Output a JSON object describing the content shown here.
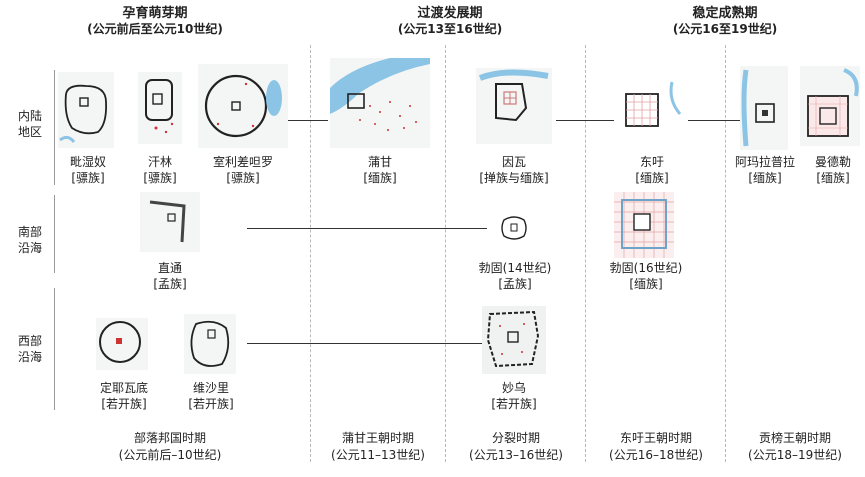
{
  "phases": [
    {
      "title": "孕育萌芽期",
      "subtitle": "(公元前后至公元10世纪)"
    },
    {
      "title": "过渡发展期",
      "subtitle": "(公元13至16世纪)"
    },
    {
      "title": "稳定成熟期",
      "subtitle": "(公元16至19世纪)"
    }
  ],
  "regions": {
    "inland": "内陆\n地区",
    "south": "南部\n沿海",
    "west": "西部\n沿海"
  },
  "cities": {
    "beikthano": {
      "name": "毗湿奴",
      "ethnic": "[骠族]"
    },
    "halin": {
      "name": "汗林",
      "ethnic": "[骠族]"
    },
    "srikshetra": {
      "name": "室利差呾罗",
      "ethnic": "[骠族]"
    },
    "bagan": {
      "name": "蒲甘",
      "ethnic": "[缅族]"
    },
    "ava": {
      "name": "因瓦",
      "ethnic": "[掸族与缅族]"
    },
    "toungoo": {
      "name": "东吁",
      "ethnic": "[缅族]"
    },
    "amarapura": {
      "name": "阿玛拉普拉",
      "ethnic": "[缅族]"
    },
    "mandalay": {
      "name": "曼德勒",
      "ethnic": "[缅族]"
    },
    "thaton": {
      "name": "直通",
      "ethnic": "[孟族]"
    },
    "bago14": {
      "name": "勃固(14世纪)",
      "ethnic": "[孟族]"
    },
    "bago16": {
      "name": "勃固(16世纪)",
      "ethnic": "[缅族]"
    },
    "dhanyawadi": {
      "name": "定耶瓦底",
      "ethnic": "[若开族]"
    },
    "vesali": {
      "name": "维沙里",
      "ethnic": "[若开族]"
    },
    "mrauku": {
      "name": "妙乌",
      "ethnic": "[若开族]"
    }
  },
  "periods": [
    {
      "name": "部落邦国时期",
      "range": "(公元前后–10世纪)"
    },
    {
      "name": "蒲甘王朝时期",
      "range": "(公元11–13世纪)"
    },
    {
      "name": "分裂时期",
      "range": "(公元13–16世纪)"
    },
    {
      "name": "东吁王朝时期",
      "range": "(公元16–18世纪)"
    },
    {
      "name": "贡榜王朝时期",
      "range": "(公元18–19世纪)"
    }
  ],
  "colors": {
    "water": "#8cc4e6",
    "wall": "#2a2a2a",
    "grid": "#e3a3a3",
    "divider": "#b8b8b8"
  }
}
